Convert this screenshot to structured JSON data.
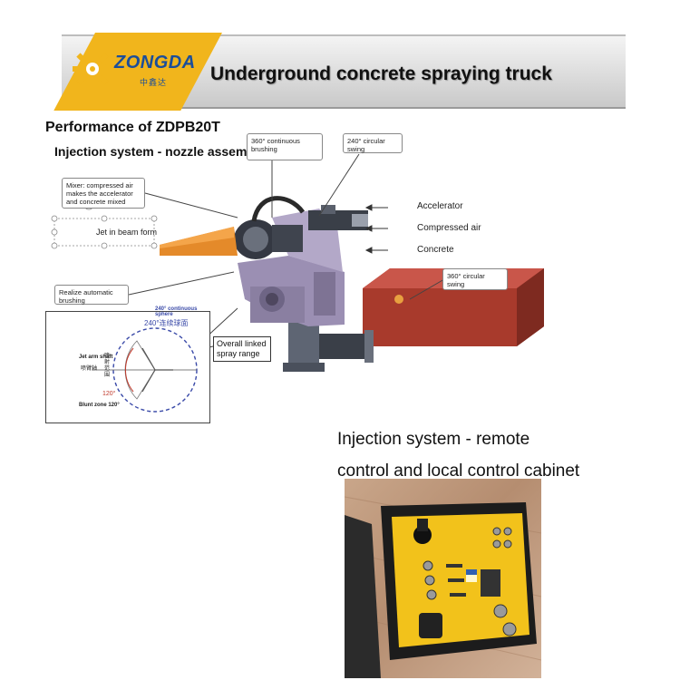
{
  "header": {
    "brand_name": "ZONGDA",
    "brand_sub": "中鑫达",
    "title": "Underground concrete spraying truck",
    "accent_color": "#f1b51c",
    "brand_color": "#1b4e9a"
  },
  "performance": {
    "title": "Performance of ZDPB20T",
    "subtitle": "Injection system - nozzle assembly"
  },
  "callouts": {
    "continuous_brushing": "360° continuous brushing",
    "circular_swing_top": "240° circular swing",
    "mixer": "Mixer: compressed air makes the accelerator and concrete mixed",
    "jet_beam": "Jet in beam form",
    "automatic_brushing": "Realize automatic brushing",
    "circular_swing_right": "360° circular swing",
    "overall_spray": "Overall linked spray range"
  },
  "feeds": [
    "Accelerator",
    "Compressed air",
    "Concrete"
  ],
  "diagram": {
    "top_label": "240° continuous sphere",
    "top_label_cn": "240°连续球面",
    "jet_arm": "Jet arm shaft",
    "jet_arm_cn": "喷臂轴",
    "range_cn": "喷射范围",
    "angle": "120°",
    "blunt_zone": "Blunt zone 120°"
  },
  "remote": {
    "title_line1": "Injection system - remote",
    "title_line2": "control and local control cabinet"
  }
}
